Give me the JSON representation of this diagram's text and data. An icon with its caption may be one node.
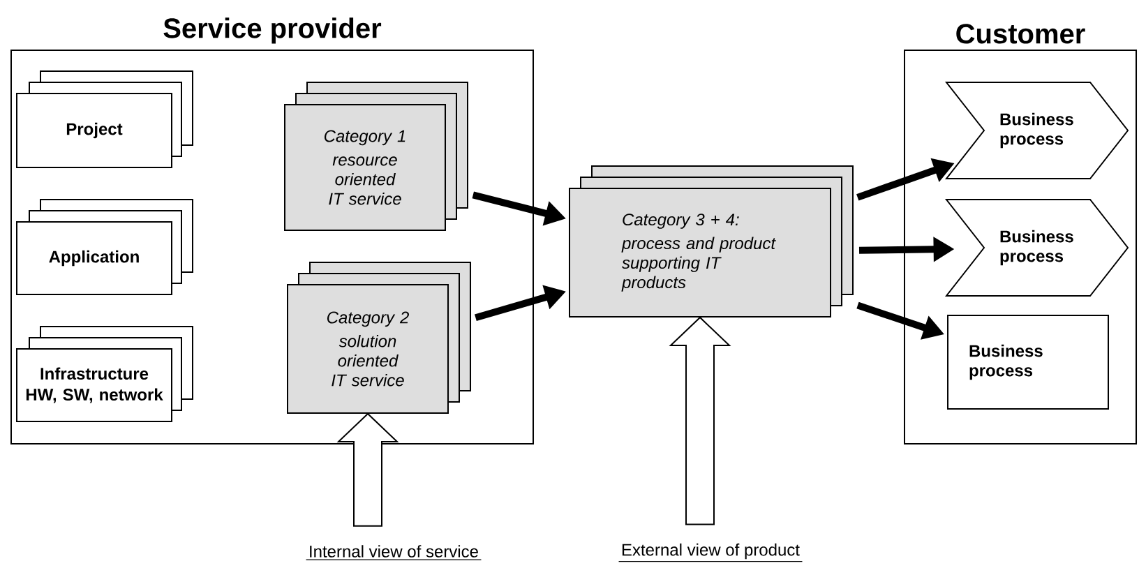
{
  "diagram": {
    "nodes": [
      {
        "text": [
          "Service provider"
        ]
      },
      {
        "text": [
          "Project"
        ],
        "in": 0
      },
      {
        "text": [
          "Application"
        ],
        "in": 0
      },
      {
        "text": [
          "Infrastructure",
          "HW, SW, network"
        ],
        "in": 0
      },
      {
        "text": [
          "Category 1",
          "resource oriented IT service"
        ],
        "in": 0
      },
      {
        "text": [
          "Category 2",
          "solution oriented IT service"
        ],
        "in": 0
      },
      {
        "text": [
          "Category 3 + 4:",
          "process and product supporting IT products"
        ]
      },
      {
        "text": [
          "Customer"
        ]
      },
      {
        "text": [
          "Business process"
        ],
        "in": 7
      },
      {
        "text": [
          "Business process"
        ],
        "in": 7
      },
      {
        "text": [
          "Business process"
        ],
        "in": 7
      },
      {
        "text": [
          "Internal view of service"
        ]
      },
      {
        "text": [
          "External view of product"
        ]
      }
    ],
    "edges": [
      {
        "from": 4,
        "to": 6,
        "arrow": "to"
      },
      {
        "from": 5,
        "to": 6,
        "arrow": "to"
      },
      {
        "from": 6,
        "to": 8,
        "arrow": "to"
      },
      {
        "from": 6,
        "to": 9,
        "arrow": "to"
      },
      {
        "from": 6,
        "to": 10,
        "arrow": "to"
      },
      {
        "from": 11,
        "to": 5,
        "arrow": "to"
      },
      {
        "from": 12,
        "to": 6,
        "arrow": "to"
      }
    ]
  }
}
